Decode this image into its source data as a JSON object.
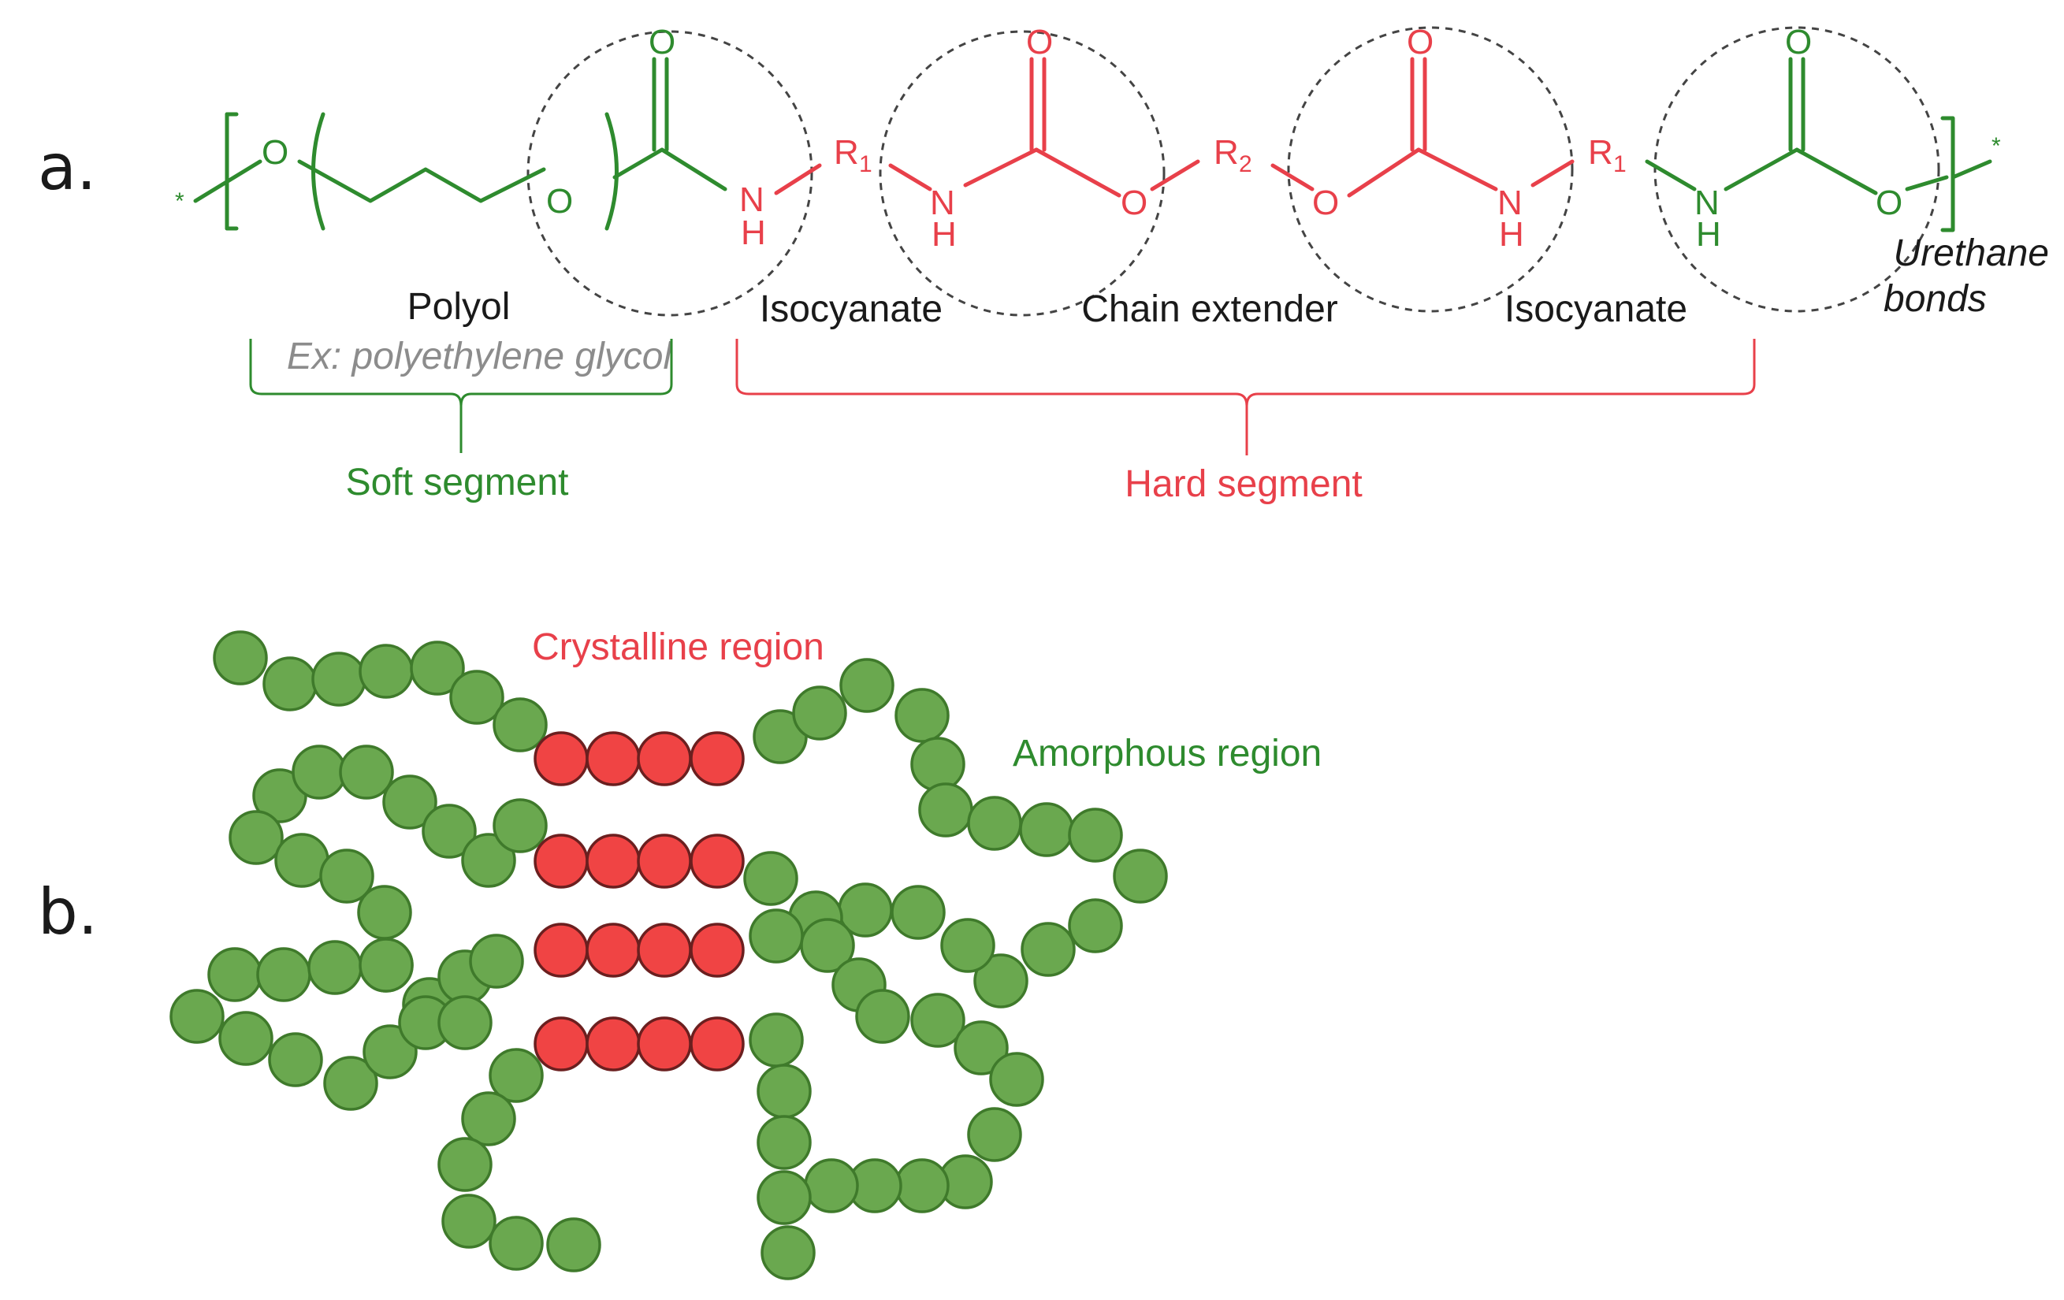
{
  "panels": {
    "a": "a.",
    "b": "b."
  },
  "colors": {
    "soft": "#2e8b2e",
    "hard": "#e8404a",
    "dark": "#1a1a1a",
    "gray": "#8c8c8c",
    "bead_green": "#6aa84f",
    "bead_red": "#f04444"
  },
  "atoms": {
    "O": "O",
    "N": "N",
    "H": "H",
    "R": "R",
    "sub1": "1",
    "sub2": "2",
    "star": "*"
  },
  "labels": {
    "polyol": "Polyol",
    "isocyanate_1": "Isocyanate",
    "chain_extender": "Chain extender",
    "isocyanate_2": "Isocyanate",
    "urethane_line1": "Urethane",
    "urethane_line2": "bonds",
    "example": "Ex: polyethylene glycol",
    "soft_segment": "Soft segment",
    "hard_segment": "Hard segment",
    "crystalline_region": "Crystalline region",
    "amorphous_region": "Amorphous region"
  }
}
